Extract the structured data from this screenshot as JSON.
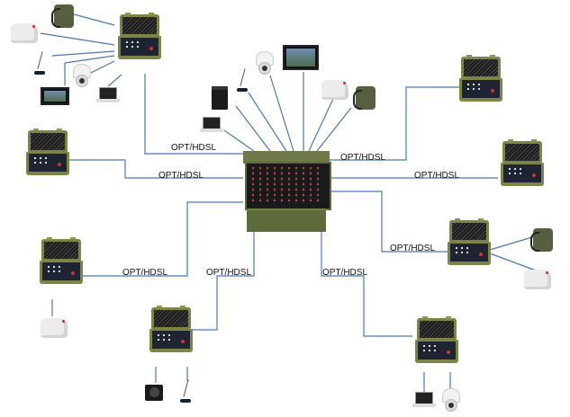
{
  "title": "Network topology: central rack switch connected to field terminal cases via OPT/HDSL links",
  "colors": {
    "link": "#4a78b0",
    "case_green": "#7d8446",
    "rack_green": "#6f7a48"
  },
  "hub": {
    "name": "central-rack-switch",
    "icon": "rack-switch-icon"
  },
  "hub_peripherals": [
    {
      "name": "laptop",
      "icon": "laptop-icon"
    },
    {
      "name": "pc-tower",
      "icon": "computer-tower-icon"
    },
    {
      "name": "gooseneck-microphone",
      "icon": "microphone-icon"
    },
    {
      "name": "dome-camera",
      "icon": "dome-camera-icon"
    },
    {
      "name": "video-monitor",
      "icon": "monitor-icon"
    },
    {
      "name": "desk-phone",
      "icon": "phone-icon"
    },
    {
      "name": "field-handset",
      "icon": "field-telephone-icon"
    }
  ],
  "links": [
    {
      "id": "top-left",
      "label": "OPT/HDSL"
    },
    {
      "id": "left",
      "label": "OPT/HDSL"
    },
    {
      "id": "lower-left",
      "label": "OPT/HDSL"
    },
    {
      "id": "bottom-left",
      "label": "OPT/HDSL"
    },
    {
      "id": "top-right",
      "label": "OPT/HDSL"
    },
    {
      "id": "right",
      "label": "OPT/HDSL"
    },
    {
      "id": "lower-right",
      "label": "OPT/HDSL"
    },
    {
      "id": "bottom-right",
      "label": "OPT/HDSL"
    }
  ],
  "terminals": [
    {
      "id": "top-left",
      "peripherals": [
        "field-handset",
        "desk-phone",
        "gooseneck-microphone",
        "dome-camera",
        "video-monitor",
        "laptop"
      ]
    },
    {
      "id": "left",
      "peripherals": []
    },
    {
      "id": "lower-left",
      "peripherals": [
        "desk-phone"
      ]
    },
    {
      "id": "bottom-left",
      "peripherals": [
        "speaker",
        "gooseneck-microphone"
      ]
    },
    {
      "id": "top-right",
      "peripherals": []
    },
    {
      "id": "right",
      "peripherals": []
    },
    {
      "id": "lower-right",
      "peripherals": [
        "field-handset",
        "desk-phone"
      ]
    },
    {
      "id": "bottom-right",
      "peripherals": [
        "laptop",
        "dome-camera"
      ]
    }
  ]
}
